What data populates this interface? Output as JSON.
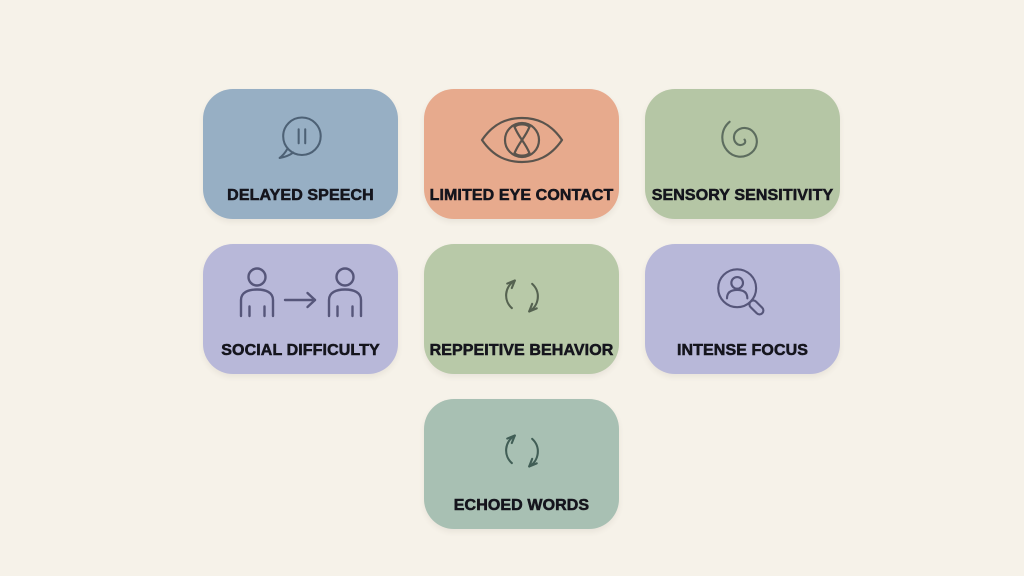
{
  "canvas": {
    "background": "#f6f2e9",
    "label_color": "#15151d"
  },
  "cards": [
    {
      "name": "delayed-speech",
      "label": "DELAYED SPEECH",
      "icon": "speech-bubble-pause-icon",
      "bg": "#97afc4",
      "icon_color": "#4d6175",
      "row": 1,
      "col": 1
    },
    {
      "name": "limited-eye-contact",
      "label": "LIMITED EYE CONTACT",
      "icon": "eye-crossed-icon",
      "bg": "#e7aa8d",
      "icon_color": "#5a544d",
      "row": 1,
      "col": 2
    },
    {
      "name": "sensory-sensitivity",
      "label": "SENSORY SENSITIVITY",
      "icon": "spiral-icon",
      "bg": "#b5c6a5",
      "icon_color": "#5d6d5f",
      "row": 1,
      "col": 3
    },
    {
      "name": "social-difficulty",
      "label": "SOCIAL DIFFICULTY",
      "icon": "two-people-arrow-icon",
      "bg": "#b8b8d9",
      "icon_color": "#56567a",
      "row": 2,
      "col": 1
    },
    {
      "name": "repetitive-behavior",
      "label": "REPPEITIVE BEHAVIOR",
      "icon": "cycle-arrows-icon",
      "bg": "#b8c9a8",
      "icon_color": "#556250",
      "row": 2,
      "col": 2
    },
    {
      "name": "intense-focus",
      "label": "INTENSE FOCUS",
      "icon": "magnifier-person-icon",
      "bg": "#b8b8d9",
      "icon_color": "#56567a",
      "row": 2,
      "col": 3
    },
    {
      "name": "echoed-words",
      "label": "ECHOED WORDS",
      "icon": "cycle-arrows-icon",
      "bg": "#a8c0b3",
      "icon_color": "#415e56",
      "row": 3,
      "col": 2
    }
  ]
}
